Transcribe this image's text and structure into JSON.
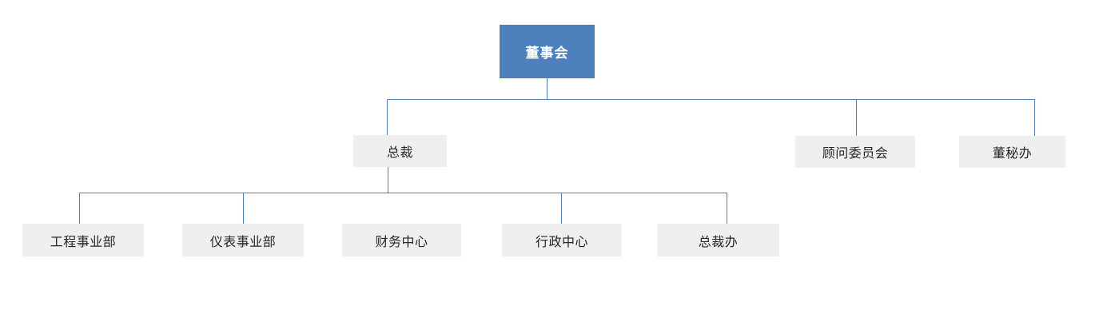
{
  "diagram": {
    "type": "org-chart",
    "root": {
      "id": "board",
      "label": "董事会"
    },
    "level2": [
      {
        "id": "president",
        "label": "总裁",
        "parent": "board"
      },
      {
        "id": "advisory-committee",
        "label": "顾问委员会",
        "parent": "board"
      },
      {
        "id": "board-secretary-office",
        "label": "董秘办",
        "parent": "board"
      }
    ],
    "level3": [
      {
        "id": "engineering-division",
        "label": "工程事业部",
        "parent": "president"
      },
      {
        "id": "instrument-division",
        "label": "仪表事业部",
        "parent": "president"
      },
      {
        "id": "finance-center",
        "label": "财务中心",
        "parent": "president"
      },
      {
        "id": "administration-center",
        "label": "行政中心",
        "parent": "president"
      },
      {
        "id": "president-office",
        "label": "总裁办",
        "parent": "president"
      }
    ]
  },
  "colors": {
    "root_bg": "#4e80be",
    "root_text": "#ffffff",
    "node_bg": "#efefef",
    "node_text": "#262626",
    "connector": "#4f81bd",
    "background": "#ffffff"
  }
}
